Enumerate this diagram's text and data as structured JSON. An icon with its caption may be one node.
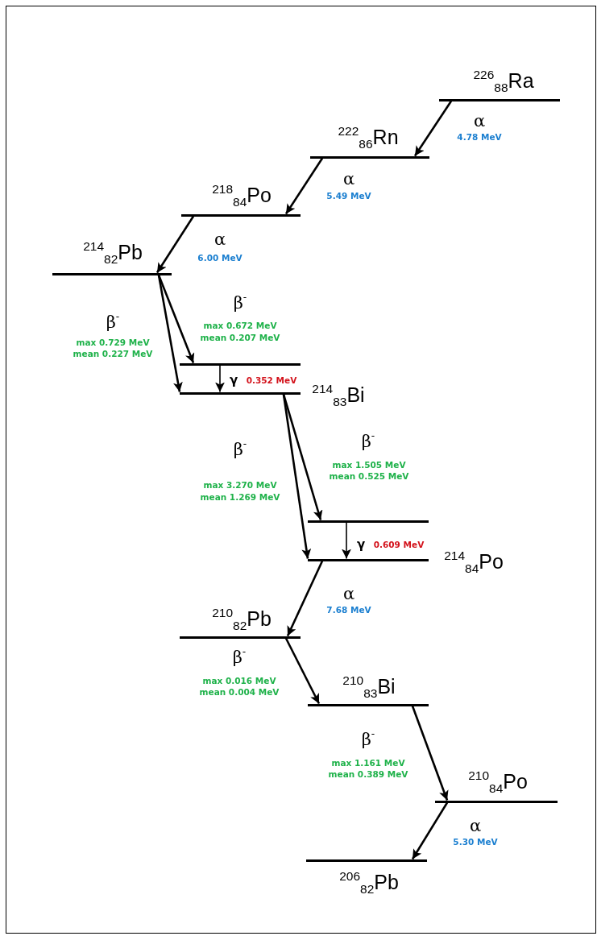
{
  "diagram": {
    "nodes": [
      {
        "text": [],
        "shape": "bar",
        "beside": [
          "$^{226}$$_{88}$Ra"
        ]
      },
      {
        "text": [],
        "shape": "bar",
        "beside": [
          "$^{222}$$_{86}$Rn"
        ]
      },
      {
        "text": [],
        "shape": "bar",
        "beside": [
          "$^{218}$$_{84}$Po"
        ]
      },
      {
        "text": [],
        "shape": "bar",
        "beside": [
          "$^{214}$$_{82}$Pb"
        ]
      },
      {
        "text": [],
        "shape": "bar"
      },
      {
        "text": [],
        "shape": "bar",
        "beside": [
          "$^{214}$$_{83}$Bi"
        ]
      },
      {
        "text": [],
        "shape": "bar"
      },
      {
        "text": [],
        "shape": "bar",
        "beside": [
          "$^{214}$$_{84}$Po"
        ]
      },
      {
        "text": [],
        "shape": "bar",
        "beside": [
          "$^{210}$$_{82}$Pb"
        ]
      },
      {
        "text": [],
        "shape": "bar",
        "beside": [
          "$^{210}$$_{83}$Bi"
        ]
      },
      {
        "text": [],
        "shape": "bar",
        "beside": [
          "$^{210}$$_{84}$Po"
        ]
      },
      {
        "text": [],
        "shape": "bar",
        "beside": [
          "$^{206}$$_{82}$Pb"
        ]
      }
    ],
    "edges": [
      {
        "from": 0,
        "to": 1,
        "arrow": "to"
      },
      {
        "from": 1,
        "to": 2,
        "arrow": "to"
      },
      {
        "from": 2,
        "to": 3,
        "arrow": "to"
      },
      {
        "from": 3,
        "to": 4,
        "arrow": "to"
      },
      {
        "from": 3,
        "to": 5,
        "arrow": "to"
      },
      {
        "from": 4,
        "to": 5,
        "arrow": "to"
      },
      {
        "from": 5,
        "to": 6,
        "arrow": "to"
      },
      {
        "from": 5,
        "to": 7,
        "arrow": "to"
      },
      {
        "from": 6,
        "to": 7,
        "arrow": "to"
      },
      {
        "from": 7,
        "to": 8,
        "arrow": "to"
      },
      {
        "from": 8,
        "to": 9,
        "arrow": "to"
      },
      {
        "from": 9,
        "to": 10,
        "arrow": "to"
      },
      {
        "from": 10,
        "to": 11,
        "arrow": "to"
      }
    ],
    "labels": [
      "α",
      "4.78 MeV",
      "α",
      "5.49 MeV",
      "α",
      "6.00 MeV",
      "β$^{-}$",
      "max 0.729 MeV",
      "mean 0.227 MeV",
      "β$^{-}$",
      "max 0.672 MeV",
      "mean 0.207 MeV",
      "γ",
      "0.352 MeV",
      "β$^{-}$",
      "max 3.270 MeV",
      "mean 1.269 MeV",
      "β$^{-}$",
      "max 1.505 MeV",
      "mean 0.525 MeV",
      "γ",
      "0.609 MeV",
      "α",
      "7.68 MeV",
      "β$^{-}$",
      "max 0.016 MeV",
      "mean 0.004 MeV",
      "β$^{-}$",
      "max 1.161 MeV",
      "mean 0.389 MeV",
      "α",
      "5.30 MeV"
    ]
  }
}
